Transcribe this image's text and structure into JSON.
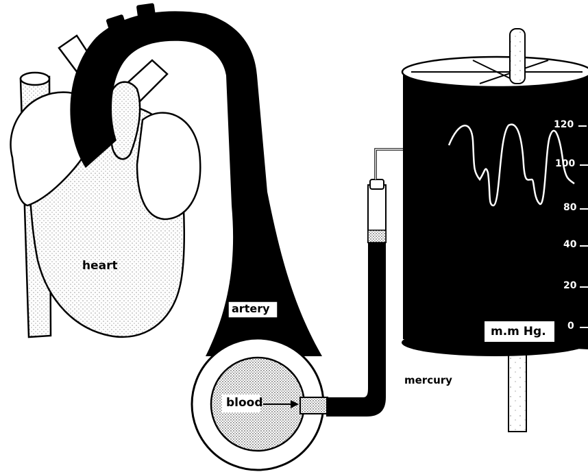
{
  "labels": {
    "heart": "heart",
    "artery": "artery",
    "blood": "blood",
    "mercury": "mercury",
    "unit": "m.m Hg."
  },
  "scale": {
    "ticks": [
      "120",
      "100",
      "80",
      "40",
      "20",
      "0"
    ]
  },
  "colors": {
    "ink": "#000000",
    "paper": "#ffffff",
    "stipple": "#1a1a1a"
  }
}
